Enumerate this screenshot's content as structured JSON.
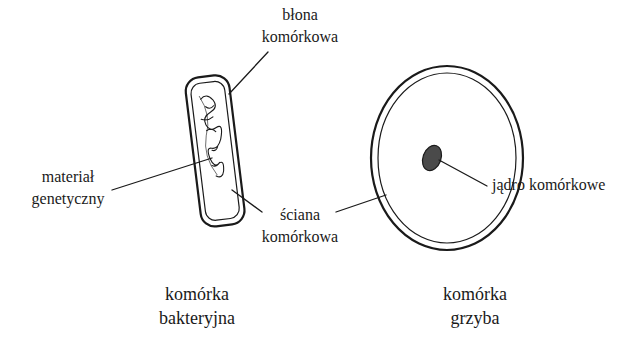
{
  "diagram": {
    "labels": [
      "błona komórkowa",
      "materiał genetyczny",
      "ściana komórkowa",
      "jądro komórkowe",
      "komórka bakteryjna",
      "komórka grzyba"
    ]
  }
}
